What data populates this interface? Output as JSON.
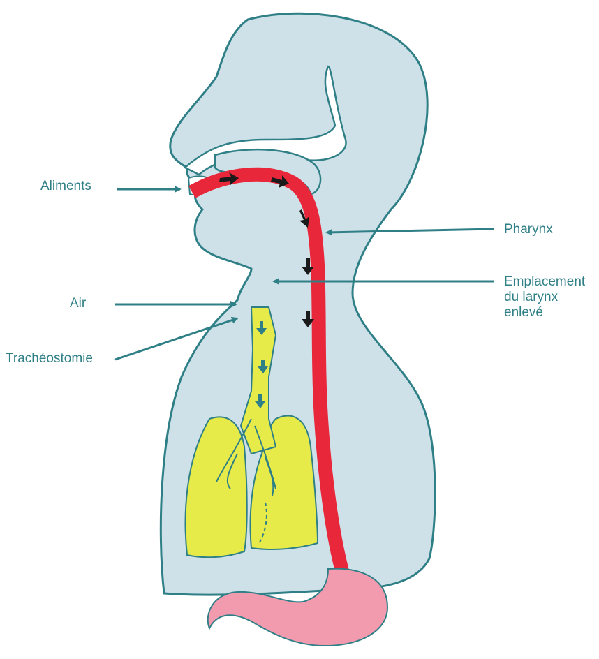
{
  "labels": {
    "aliments": "Aliments",
    "pharynx": "Pharynx",
    "air": "Air",
    "tracheostomie": "Trachéostomie",
    "emplacement_line1": "Emplacement",
    "emplacement_line2": "du larynx",
    "emplacement_line3": "enlevé"
  },
  "colors": {
    "body_fill": "#cfe1e8",
    "outline": "#2f7f86",
    "food_path": "#e8273b",
    "air_path": "#e6eb4a",
    "lungs": "#e6eb4a",
    "stomach": "#f29aae",
    "arrow": "#2f7f86",
    "flow_arrow_dark": "#1a1a1a",
    "label_text": "#2f7f86"
  },
  "icons": {
    "food_flow": "arrow-down-icon",
    "air_flow": "arrow-down-icon"
  }
}
